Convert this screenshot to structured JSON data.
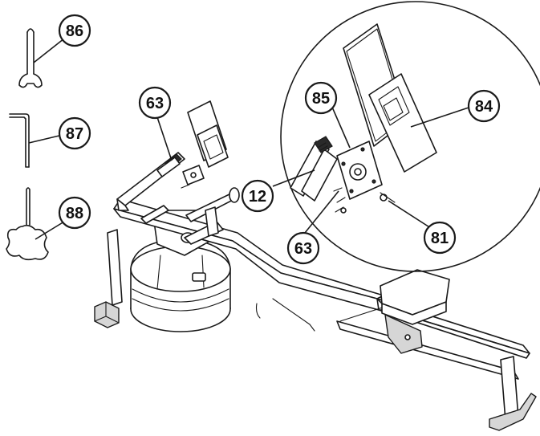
{
  "callouts": {
    "c86": "86",
    "c87": "87",
    "c88": "88",
    "c63_top": "63",
    "c85": "85",
    "c84": "84",
    "c12": "12",
    "c63_detail": "63",
    "c81": "81"
  }
}
